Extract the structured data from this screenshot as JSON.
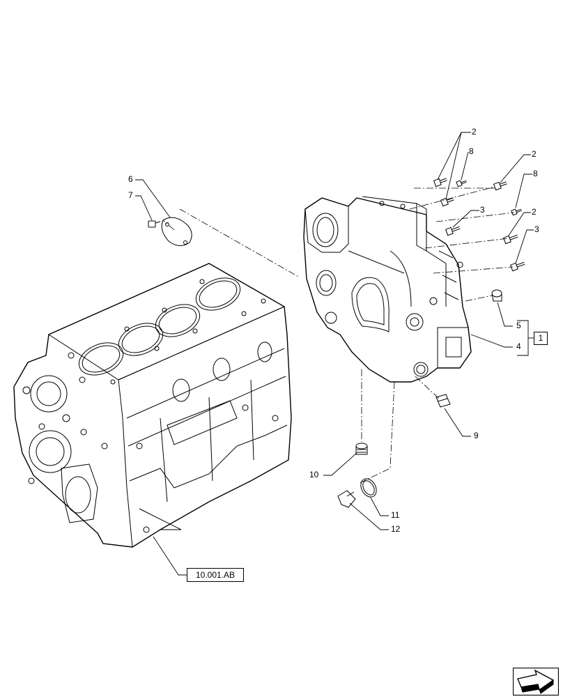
{
  "labels": {
    "c1": "1",
    "c2": "2",
    "c3": "3",
    "c4": "4",
    "c5": "5",
    "c6": "6",
    "c7": "7",
    "c8": "8",
    "c9": "9",
    "c10": "10",
    "c11": "11",
    "c12": "12"
  },
  "reference": "10.001.AB",
  "group_callout": "1",
  "nav_icon": "next-page-arrow-icon"
}
